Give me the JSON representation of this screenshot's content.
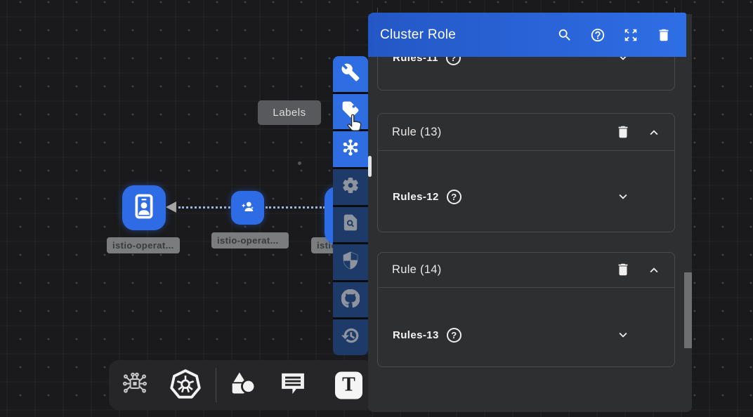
{
  "colors": {
    "accent": "#2c66db",
    "toolbar_blue": "#2f6de2",
    "toolbar_navy": "#1d3a69",
    "node_blue": "#2e6ce5",
    "panel_bg": "#2e2f31",
    "canvas_bg": "#1a1a1c"
  },
  "panel": {
    "title": "Cluster Role",
    "help_glyph": "?",
    "header_icons": [
      {
        "icon": "search-icon"
      },
      {
        "icon": "help-icon"
      },
      {
        "icon": "expand-icon"
      },
      {
        "icon": "delete-icon"
      }
    ],
    "sections": [
      {
        "field_label": "Rules-11"
      },
      {
        "header_label": "Rule (13)",
        "field_label": "Rules-12"
      },
      {
        "header_label": "Rule (14)",
        "field_label": "Rules-13"
      }
    ]
  },
  "tooltip": {
    "label": "Labels"
  },
  "left_toolbar": {
    "items": [
      {
        "icon": "wrench-icon"
      },
      {
        "icon": "label-tag-icon"
      },
      {
        "icon": "mesh-hub-icon"
      },
      {
        "icon": "gear-icon"
      },
      {
        "icon": "doc-search-icon"
      },
      {
        "icon": "shield-icon"
      },
      {
        "icon": "github-icon"
      },
      {
        "icon": "history-icon"
      }
    ]
  },
  "bottom_toolbar": {
    "items": [
      {
        "icon": "circuit-icon"
      },
      {
        "icon": "kubernetes-icon"
      },
      {
        "icon": "shapes-icon"
      },
      {
        "icon": "comment-icon"
      },
      {
        "icon": "text-tool-icon"
      }
    ],
    "text_tool_glyph": "T"
  },
  "canvas": {
    "nodes": [
      {
        "label": "istio-operat..."
      },
      {
        "label": "istio-operat..."
      },
      {
        "label": "istio"
      }
    ]
  }
}
